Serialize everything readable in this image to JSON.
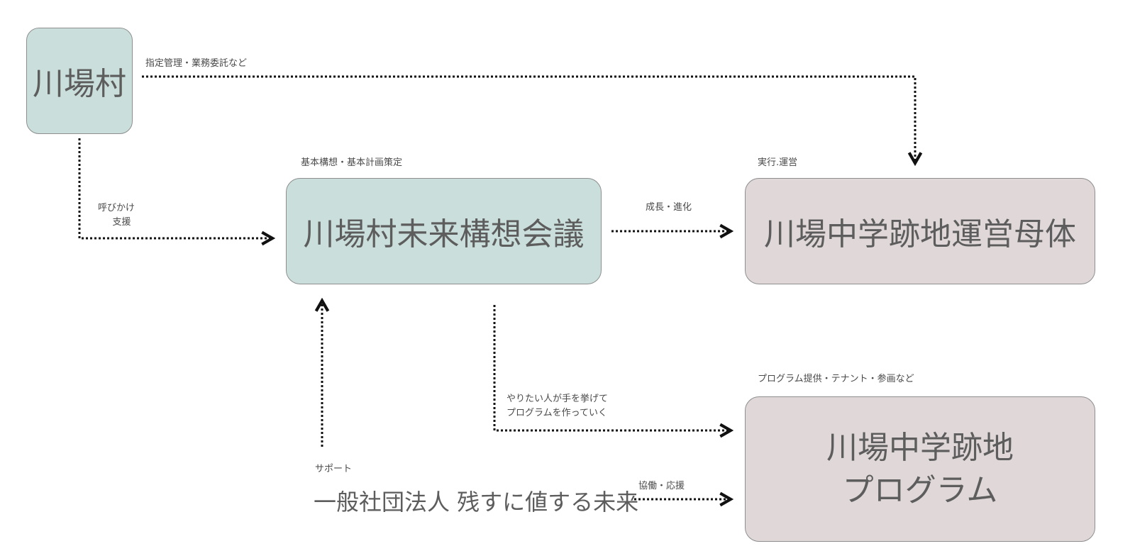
{
  "nodes": {
    "village": "川場村",
    "council": "川場村未来構想会議",
    "operator": "川場中学跡地運営母体",
    "program_line1": "川場中学跡地",
    "program_line2": "プログラム",
    "association": "一般社団法人 残すに値する未来"
  },
  "labels": {
    "designated_mgmt": "指定管理・業務委託など",
    "call_line1": "呼びかけ",
    "call_line2": "支援",
    "council_caption": "基本構想・基本計画策定",
    "growth": "成長・進化",
    "operator_caption": "実行.運営",
    "raise_hand_line1": "やりたい人が手を挙げて",
    "raise_hand_line2": "プログラムを作っていく",
    "program_caption": "プログラム提供・テナント・参画など",
    "support": "サポート",
    "cooperation": "協働・応援"
  },
  "colors": {
    "council_fill": "#cadfdb",
    "operator_fill": "#e0d8d8",
    "arrow": "#111111"
  }
}
